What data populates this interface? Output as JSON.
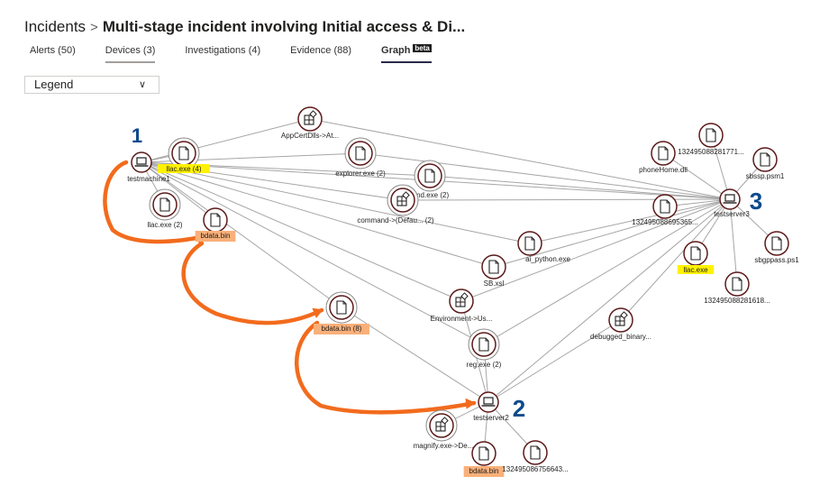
{
  "header": {
    "breadcrumb_root": "Incidents",
    "separator": ">",
    "title": "Multi-stage incident involving Initial access & Di..."
  },
  "tabs": [
    {
      "label": "Alerts (50)",
      "active": false
    },
    {
      "label": "Devices (3)",
      "active": false
    },
    {
      "label": "Investigations (4)",
      "active": false
    },
    {
      "label": "Evidence (88)",
      "active": false
    },
    {
      "label": "Graph",
      "badge": "beta",
      "active": true
    }
  ],
  "legend": {
    "label": "Legend",
    "icon": "chevron-down-icon"
  },
  "colors": {
    "node_ring": "#5c1a1a",
    "edge": "#a6a6a6",
    "highlight_yellow": "#fff200",
    "highlight_orange": "#f9b07a",
    "annotation_arrow": "#f26b1d",
    "annotation_number": "#0d4b8c"
  },
  "graph": {
    "nodes": [
      {
        "id": "testmachine1",
        "label": "testmachine1",
        "type": "device",
        "icon": "laptop-icon"
      },
      {
        "id": "llac4",
        "label": "llac.exe (4)",
        "type": "file",
        "icon": "file-icon",
        "group": true,
        "highlight": "yellow"
      },
      {
        "id": "llac2",
        "label": "llac.exe (2)",
        "type": "file",
        "icon": "file-icon",
        "group": true
      },
      {
        "id": "bdata1",
        "label": "bdata.bin",
        "type": "file",
        "icon": "file-icon",
        "highlight": "orange"
      },
      {
        "id": "appcert",
        "label": "AppCertDlls->At...",
        "type": "registry",
        "icon": "registry-icon"
      },
      {
        "id": "explorer",
        "label": "explorer.exe (2)",
        "type": "file",
        "icon": "file-icon",
        "group": true
      },
      {
        "id": "cmd",
        "label": "md.exe (2)",
        "type": "file",
        "icon": "file-icon",
        "group": true
      },
      {
        "id": "command",
        "label": "command->(Defau... (2)",
        "type": "registry",
        "icon": "registry-icon",
        "group": true
      },
      {
        "id": "aipython",
        "label": "ai_python.exe",
        "type": "file",
        "icon": "file-icon"
      },
      {
        "id": "sbxsl",
        "label": "SB.xsl",
        "type": "file",
        "icon": "file-icon"
      },
      {
        "id": "environment",
        "label": "Environment->Us...",
        "type": "registry",
        "icon": "registry-icon"
      },
      {
        "id": "bdata8",
        "label": "bdata.bin (8)",
        "type": "file",
        "icon": "file-icon",
        "group": true,
        "highlight": "orange"
      },
      {
        "id": "regexe",
        "label": "reg.exe (2)",
        "type": "file",
        "icon": "file-icon",
        "group": true
      },
      {
        "id": "debugged",
        "label": "debugged_binary...",
        "type": "registry",
        "icon": "registry-icon"
      },
      {
        "id": "testserver2",
        "label": "testserver2",
        "type": "device",
        "icon": "laptop-icon"
      },
      {
        "id": "magnify",
        "label": "magnify.exe->De... (2)",
        "type": "registry",
        "icon": "registry-icon",
        "group": true
      },
      {
        "id": "bdata2",
        "label": "bdata.bin",
        "type": "file",
        "icon": "file-icon",
        "highlight": "orange"
      },
      {
        "id": "f756643",
        "label": "132495086756643...",
        "type": "file",
        "icon": "file-icon"
      },
      {
        "id": "testserver3",
        "label": "testserver3",
        "type": "device",
        "icon": "laptop-icon"
      },
      {
        "id": "phonehome",
        "label": "phoneHome.dll",
        "type": "file",
        "icon": "file-icon"
      },
      {
        "id": "f281771",
        "label": "132495088281771...",
        "type": "file",
        "icon": "file-icon"
      },
      {
        "id": "sbssp",
        "label": "sbssp.psm1",
        "type": "file",
        "icon": "file-icon"
      },
      {
        "id": "f695365",
        "label": "132495088695365...",
        "type": "file",
        "icon": "file-icon"
      },
      {
        "id": "llac3",
        "label": "llac.exe",
        "type": "file",
        "icon": "file-icon",
        "highlight": "yellow"
      },
      {
        "id": "sbgppass",
        "label": "sbgppass.ps1",
        "type": "file",
        "icon": "file-icon"
      },
      {
        "id": "f281618",
        "label": "132495088281618...",
        "type": "file",
        "icon": "file-icon"
      }
    ],
    "edges": [
      [
        "testmachine1",
        "llac4"
      ],
      [
        "testmachine1",
        "llac2"
      ],
      [
        "testmachine1",
        "bdata1"
      ],
      [
        "testmachine1",
        "appcert"
      ],
      [
        "testmachine1",
        "explorer"
      ],
      [
        "testmachine1",
        "cmd"
      ],
      [
        "testmachine1",
        "command"
      ],
      [
        "testmachine1",
        "aipython"
      ],
      [
        "testmachine1",
        "sbxsl"
      ],
      [
        "testmachine1",
        "environment"
      ],
      [
        "testmachine1",
        "bdata8"
      ],
      [
        "testmachine1",
        "regexe"
      ],
      [
        "testmachine1",
        "testserver3"
      ],
      [
        "appcert",
        "testserver3"
      ],
      [
        "explorer",
        "testserver3"
      ],
      [
        "cmd",
        "testserver3"
      ],
      [
        "command",
        "testserver3"
      ],
      [
        "aipython",
        "testserver3"
      ],
      [
        "sbxsl",
        "testserver3"
      ],
      [
        "environment",
        "testserver3"
      ],
      [
        "regexe",
        "testserver3"
      ],
      [
        "f695365",
        "testserver3"
      ],
      [
        "phonehome",
        "testserver3"
      ],
      [
        "f281771",
        "testserver3"
      ],
      [
        "sbssp",
        "testserver3"
      ],
      [
        "llac3",
        "testserver3"
      ],
      [
        "sbgppass",
        "testserver3"
      ],
      [
        "f281618",
        "testserver3"
      ],
      [
        "debugged",
        "testserver3"
      ],
      [
        "bdata8",
        "testserver2"
      ],
      [
        "regexe",
        "testserver2"
      ],
      [
        "environment",
        "testserver2"
      ],
      [
        "debugged",
        "testserver2"
      ],
      [
        "magnify",
        "testserver2"
      ],
      [
        "bdata2",
        "testserver2"
      ],
      [
        "f756643",
        "testserver2"
      ],
      [
        "testserver2",
        "testserver3"
      ]
    ]
  },
  "annotations": [
    {
      "label": "1",
      "near": "testmachine1"
    },
    {
      "label": "2",
      "near": "testserver2"
    },
    {
      "label": "3",
      "near": "testserver3"
    }
  ]
}
